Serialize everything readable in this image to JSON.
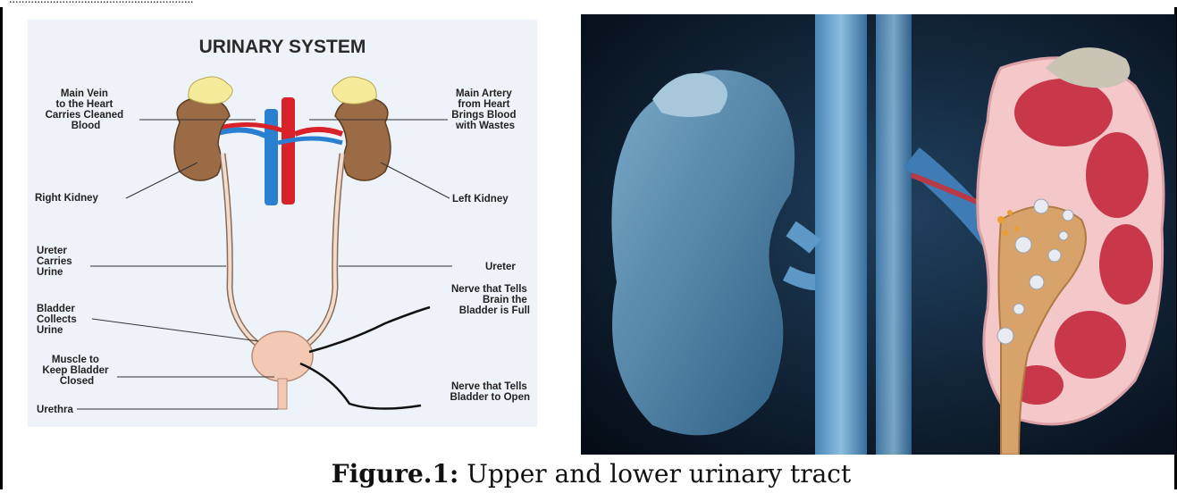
{
  "top_strip_text": "...........................................................",
  "diagram": {
    "title": "URINARY SYSTEM",
    "labels": {
      "main_vein": [
        "Main Vein",
        "to the Heart",
        "Carries Cleaned",
        "Blood"
      ],
      "main_artery": [
        "Main Artery",
        "from Heart",
        "Brings Blood",
        "with Wastes"
      ],
      "right_kidney": "Right Kidney",
      "left_kidney": "Left Kidney",
      "ureter_left": [
        "Ureter",
        "Carries",
        "Urine"
      ],
      "ureter_right": "Ureter",
      "bladder": [
        "Bladder",
        "Collects",
        "Urine"
      ],
      "nerve_full": [
        "Nerve that Tells",
        "Brain the",
        "Bladder is Full"
      ],
      "muscle": [
        "Muscle to",
        "Keep Bladder",
        "Closed"
      ],
      "nerve_open": [
        "Nerve that Tells",
        "Bladder to Open"
      ],
      "urethra": "Urethra"
    }
  },
  "caption": {
    "prefix": "Figure.1:",
    "text": " Upper and lower urinary tract"
  },
  "colors": {
    "kidney": "#9b6b45",
    "adrenal": "#f6eb9a",
    "vein": "#2a7fd0",
    "artery": "#d8222a",
    "bladder": "#f4c9b4"
  }
}
